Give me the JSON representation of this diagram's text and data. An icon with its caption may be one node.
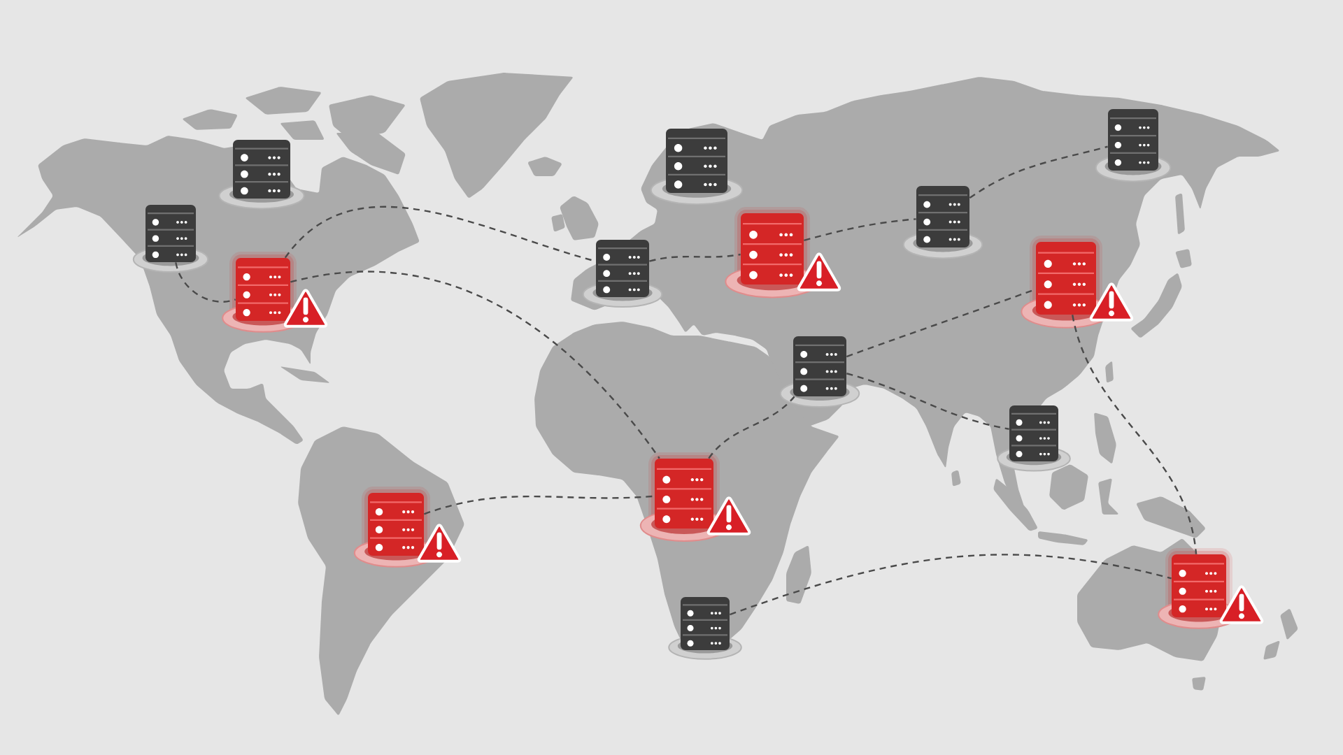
{
  "diagram": {
    "nodes": [
      {
        "text": [],
        "shape": "server"
      },
      {
        "text": [],
        "shape": "server"
      },
      {
        "text": [],
        "shape": "warning"
      },
      {
        "text": [],
        "shape": "server"
      },
      {
        "text": [],
        "shape": "server"
      },
      {
        "text": [],
        "shape": "warning"
      },
      {
        "text": [],
        "shape": "server"
      },
      {
        "text": [],
        "shape": "server"
      },
      {
        "text": [],
        "shape": "warning"
      },
      {
        "text": [],
        "shape": "server"
      },
      {
        "text": [],
        "shape": "server"
      },
      {
        "text": [],
        "shape": "warning"
      },
      {
        "text": [],
        "shape": "warning"
      },
      {
        "text": [],
        "shape": "server"
      },
      {
        "text": [],
        "shape": "warning"
      }
    ],
    "edges": [
      {
        "from": 1,
        "to": 2,
        "arrow": "none",
        "style": "dashed"
      },
      {
        "from": 2,
        "to": 4,
        "arrow": "none",
        "style": "dashed"
      },
      {
        "from": 2,
        "to": 12,
        "arrow": "none",
        "style": "dashed"
      },
      {
        "from": 4,
        "to": 5,
        "arrow": "none",
        "style": "dashed"
      },
      {
        "from": 5,
        "to": 6,
        "arrow": "none",
        "style": "dashed"
      },
      {
        "from": 6,
        "to": 7,
        "arrow": "none",
        "style": "dashed"
      },
      {
        "from": 9,
        "to": 8,
        "arrow": "none",
        "style": "dashed"
      },
      {
        "from": 9,
        "to": 10,
        "arrow": "none",
        "style": "dashed"
      },
      {
        "from": 12,
        "to": 9,
        "arrow": "none",
        "style": "dashed"
      },
      {
        "from": 11,
        "to": 12,
        "arrow": "none",
        "style": "dashed"
      },
      {
        "from": 13,
        "to": 14,
        "arrow": "none",
        "style": "dashed"
      },
      {
        "from": 8,
        "to": 14,
        "arrow": "none",
        "style": "dashed"
      }
    ]
  }
}
